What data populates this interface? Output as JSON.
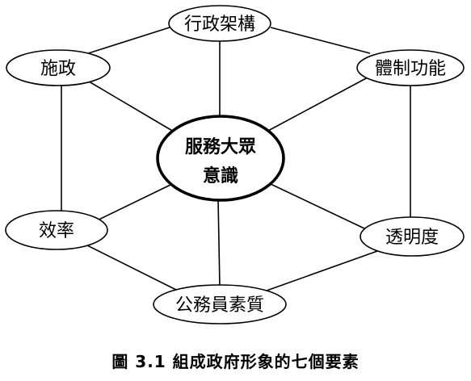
{
  "center": {
    "line1": "服務大眾",
    "line2": "意識"
  },
  "nodes": {
    "structure": "行政架構",
    "governance": "施政",
    "institution": "體制功能",
    "efficiency": "效率",
    "transparency": "透明度",
    "civil_servant": "公務員素質"
  },
  "caption": "圖 3.1 組成政府形象的七個要素"
}
